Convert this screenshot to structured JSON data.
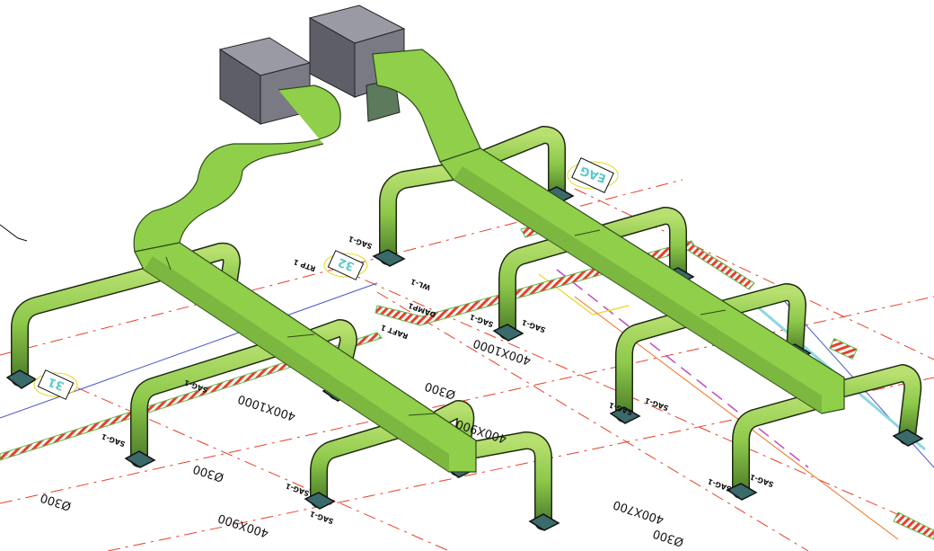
{
  "drawing": {
    "colors": {
      "duct": "#8fcf4a",
      "duct_shade": "#6fa83a",
      "unit": "#6e6e78",
      "grid_line": "#e8402a",
      "hatch": "#e8402a",
      "wall_blue": "#4a56c8",
      "aux_magenta": "#c04ac0",
      "aux_yellow": "#e8d820",
      "cyan_text": "#5cc8c8"
    },
    "duct_sizes": [
      "400X1000",
      "400X1000",
      "400X900",
      "400X900",
      "400X700"
    ],
    "pipe_sizes": [
      "Ø300",
      "Ø300",
      "Ø300",
      "Ø300"
    ],
    "diffuser_label": "SAG-1",
    "tags": {
      "zone_a": "31",
      "zone_b": "32",
      "zone_c": "EAG",
      "room_a": "RTP 1",
      "damper": "DAMP1",
      "wall": "WL-1",
      "raft": "RAFT 1"
    }
  }
}
